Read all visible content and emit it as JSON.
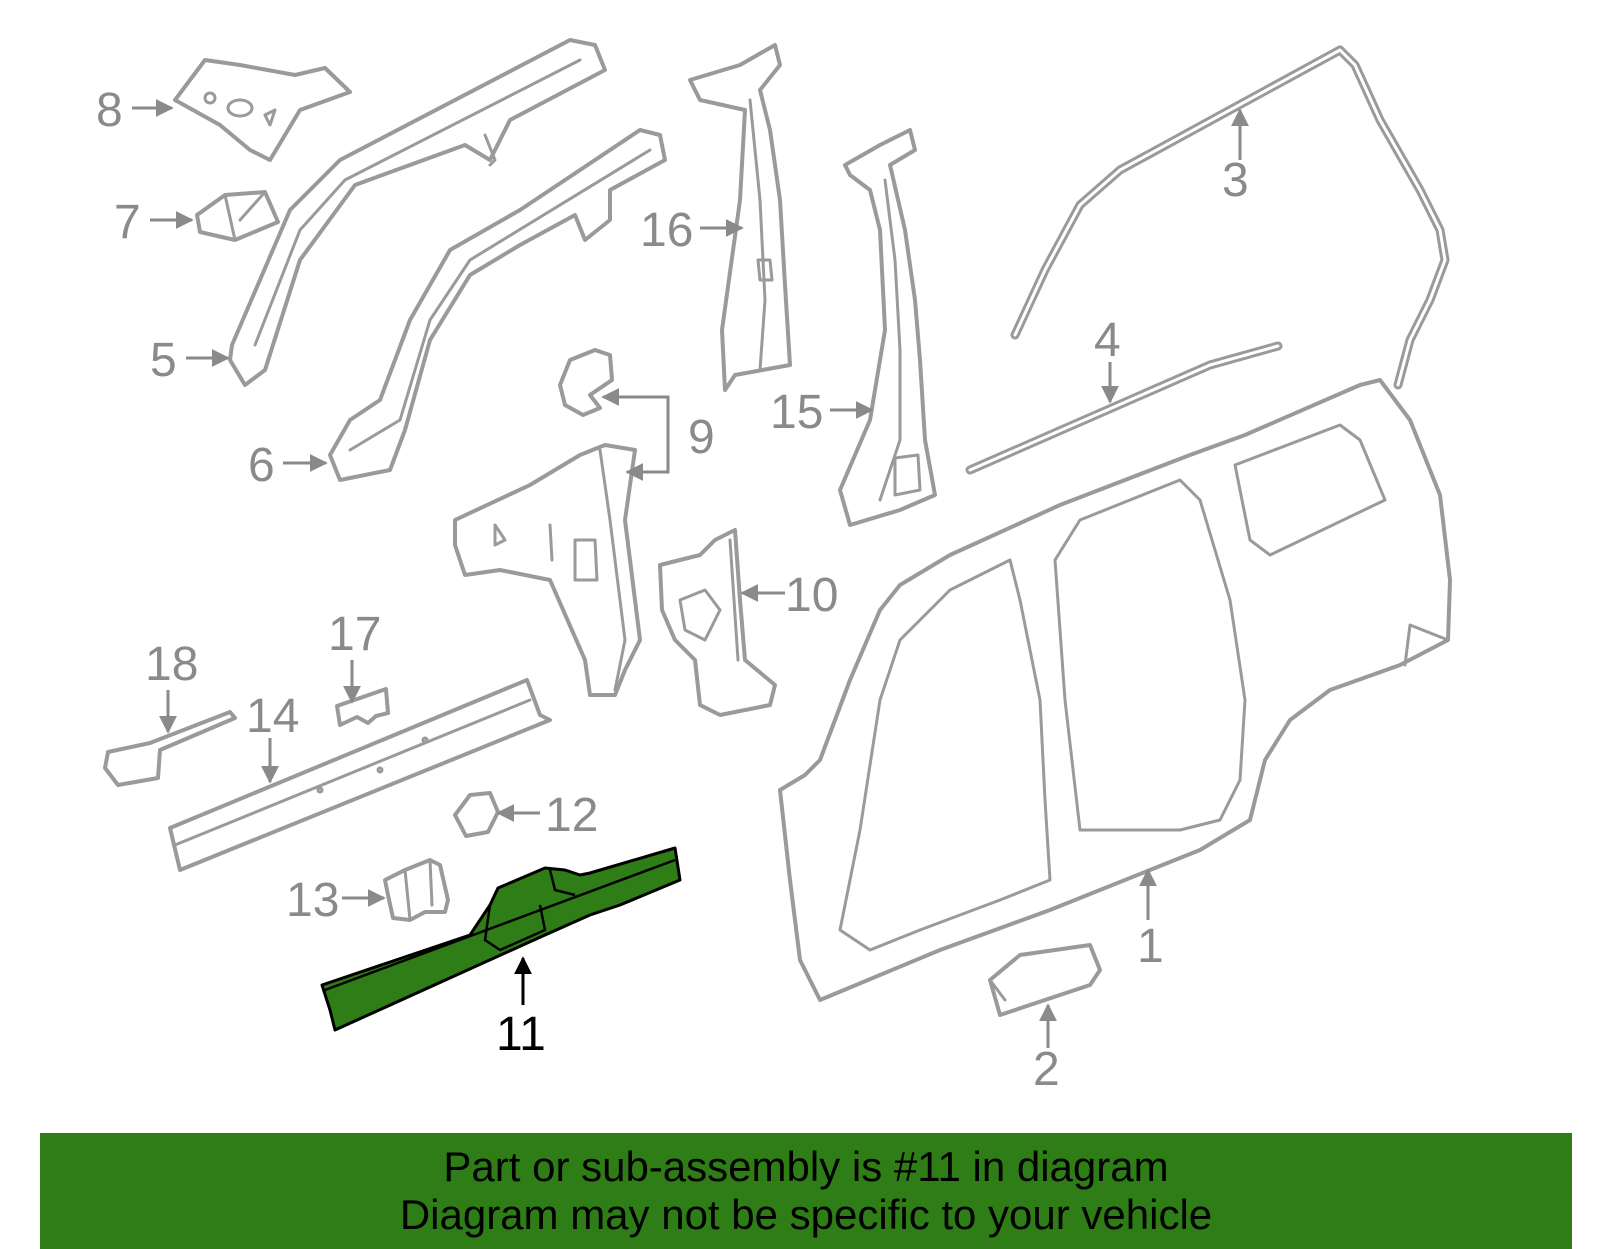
{
  "banner": {
    "line1": "Part or sub-assembly is #11 in diagram",
    "line2": "Diagram may not be specific to your vehicle"
  },
  "highlighted_part": "11",
  "colors": {
    "highlight": "#2f7d16",
    "outline": "#9a9a9a",
    "label": "#8a8a8a",
    "active_label": "#000000"
  },
  "callouts": {
    "c1": "1",
    "c2": "2",
    "c3": "3",
    "c4": "4",
    "c5": "5",
    "c6": "6",
    "c7": "7",
    "c8": "8",
    "c9": "9",
    "c10": "10",
    "c11": "11",
    "c12": "12",
    "c13": "13",
    "c14": "14",
    "c15": "15",
    "c16": "16",
    "c17": "17",
    "c18": "18"
  }
}
